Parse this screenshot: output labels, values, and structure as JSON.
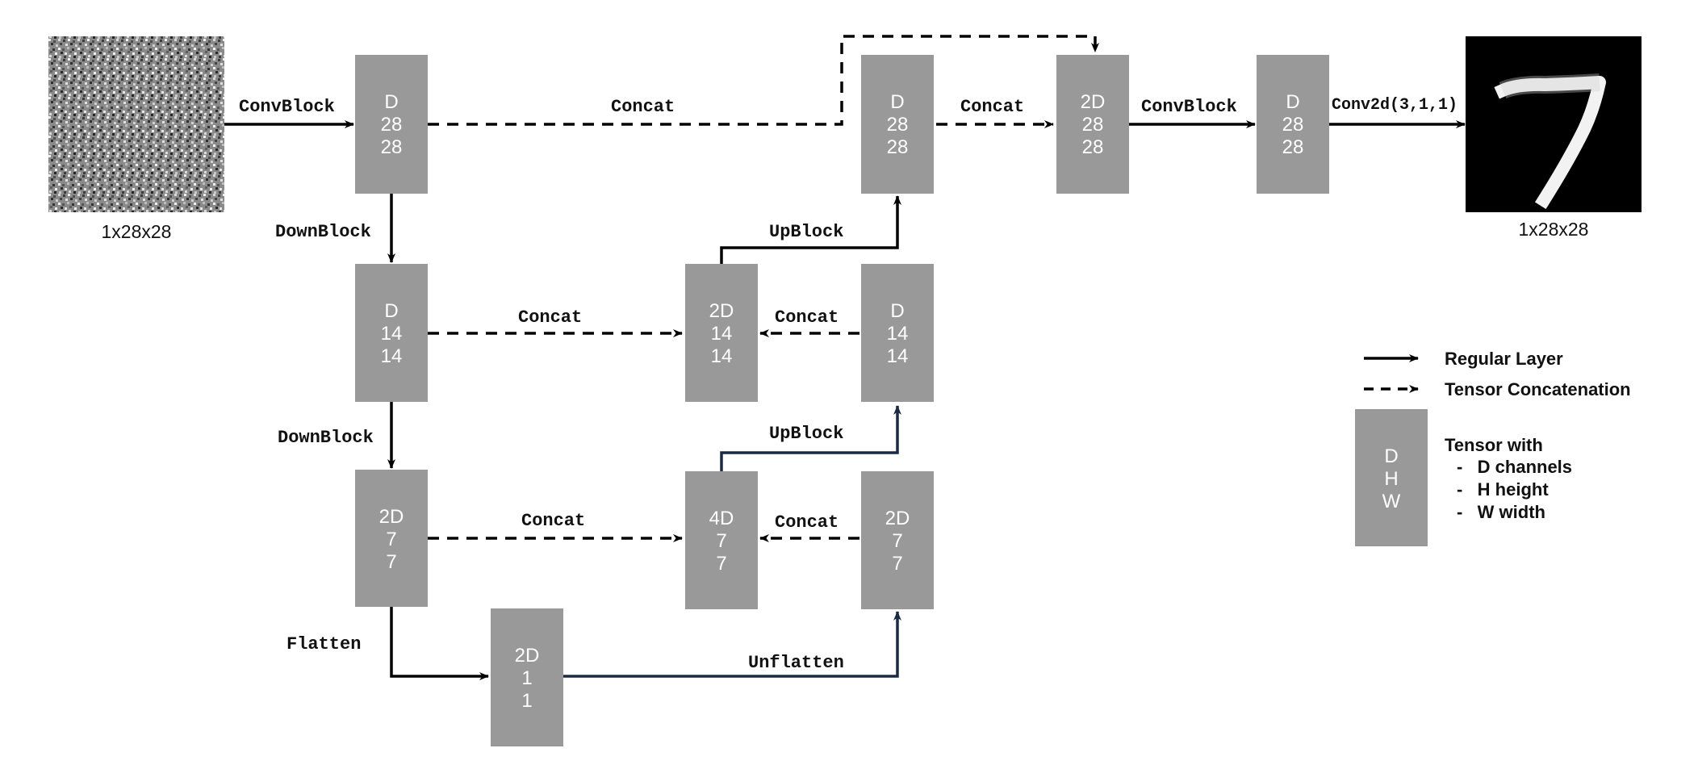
{
  "input_image": {
    "caption": "1x28x28"
  },
  "output_image": {
    "caption": "1x28x28"
  },
  "tensors": {
    "enc1": {
      "d": "D",
      "h": "28",
      "w": "28"
    },
    "enc2": {
      "d": "D",
      "h": "14",
      "w": "14"
    },
    "enc3": {
      "d": "2D",
      "h": "7",
      "w": "7"
    },
    "bottleneck": {
      "d": "2D",
      "h": "1",
      "w": "1"
    },
    "unflat": {
      "d": "2D",
      "h": "7",
      "w": "7"
    },
    "cat3": {
      "d": "4D",
      "h": "7",
      "w": "7"
    },
    "up2": {
      "d": "D",
      "h": "14",
      "w": "14"
    },
    "cat2": {
      "d": "2D",
      "h": "14",
      "w": "14"
    },
    "up1": {
      "d": "D",
      "h": "28",
      "w": "28"
    },
    "cat1": {
      "d": "2D",
      "h": "28",
      "w": "28"
    },
    "final": {
      "d": "D",
      "h": "28",
      "w": "28"
    }
  },
  "edge_labels": {
    "convblock_in": "ConvBlock",
    "concat_top": "Concat",
    "concat_top_right": "Concat",
    "convblock_out": "ConvBlock",
    "conv2d": "Conv2d(3,1,1)",
    "downblock1": "DownBlock",
    "downblock2": "DownBlock",
    "concat_mid_left": "Concat",
    "concat_mid_right": "Concat",
    "concat_low_left": "Concat",
    "concat_low_right": "Concat",
    "upblock_top": "UpBlock",
    "upblock_mid": "UpBlock",
    "flatten": "Flatten",
    "unflatten": "Unflatten"
  },
  "legend": {
    "regular_layer": "Regular Layer",
    "tensor_concatenation": "Tensor Concatenation",
    "sample_box": {
      "d": "D",
      "h": "H",
      "w": "W"
    },
    "tensor_with": "Tensor with",
    "items": [
      "-   D channels",
      "-   H height",
      "-   W width"
    ]
  },
  "colors": {
    "tensor_box": "#999999",
    "arrow": "#000000",
    "decoder_arrow": "#1b2a44",
    "output_background": "#000000"
  },
  "icons": [
    "noise-image",
    "digit-seven-image",
    "arrow-solid-icon",
    "arrow-dashed-icon"
  ]
}
